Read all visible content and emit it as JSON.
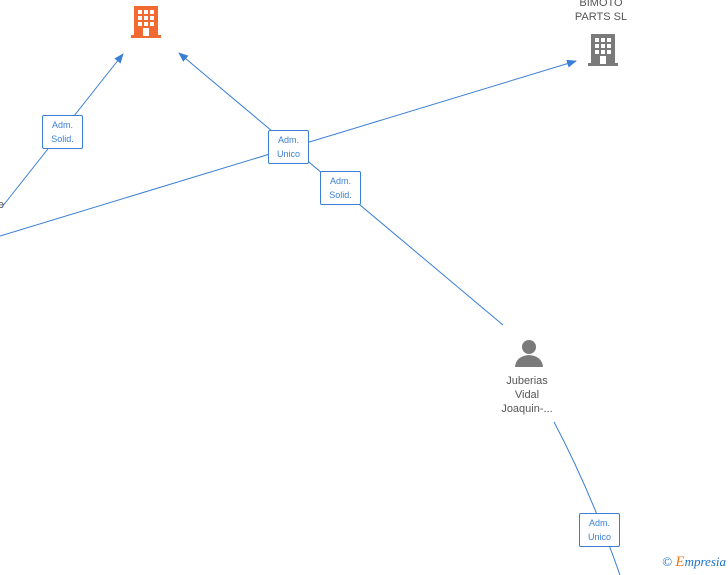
{
  "nodes": {
    "company_main": {
      "kind": "company",
      "color": "#f26a32",
      "icon": "building-icon"
    },
    "bimoto": {
      "kind": "company",
      "color": "#7a7a7a",
      "icon": "building-icon",
      "label_line1": "BIMOTO",
      "label_line2": "PARTS SL"
    },
    "person": {
      "kind": "person",
      "color": "#7a7a7a",
      "icon": "person-icon",
      "label_line1": "Juberias",
      "label_line2": "Vidal",
      "label_line3": "Joaquin-..."
    },
    "left_partial": {
      "label": "e"
    }
  },
  "relations": [
    {
      "line1": "Adm.",
      "line2": "Solid."
    },
    {
      "line1": "Adm.",
      "line2": "Unico"
    },
    {
      "line1": "Adm.",
      "line2": "Solid."
    },
    {
      "line1": "Adm.",
      "line2": "Unico"
    }
  ],
  "colors": {
    "edge": "#3a7fd5",
    "label_text": "#555555"
  },
  "watermark": {
    "copyright": "©",
    "brand_first": "E",
    "brand_rest": "mpresia"
  }
}
